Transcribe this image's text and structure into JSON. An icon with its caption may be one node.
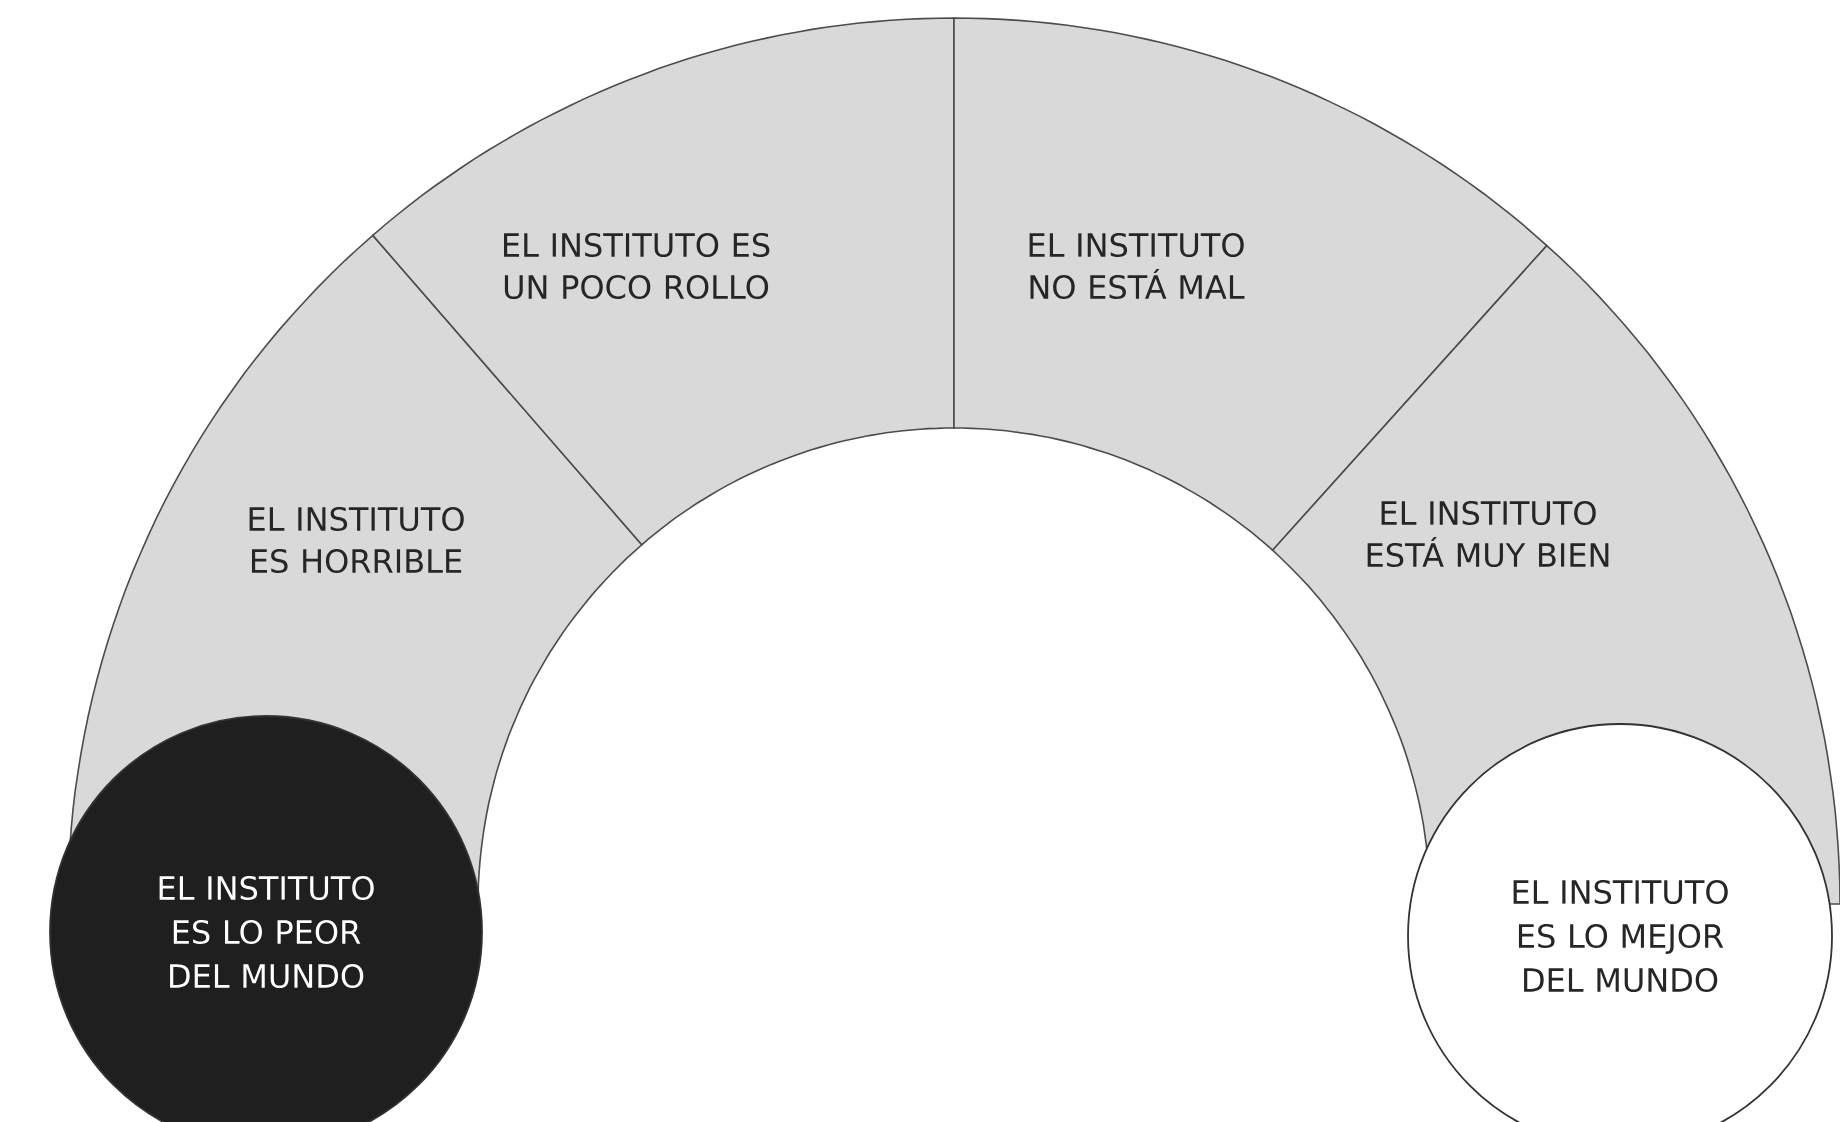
{
  "diagram": {
    "nodes": [
      {
        "text": [
          "EL INSTITUTO ES HORRIBLE"
        ]
      },
      {
        "text": [
          "EL INSTITUTO ES UN POCO ROLLO"
        ]
      },
      {
        "text": [
          "EL INSTITUTO NO ESTÁ MAL"
        ]
      },
      {
        "text": [
          "EL INSTITUTO ESTÁ MUY BIEN"
        ]
      },
      {
        "text": [
          "EL INSTITUTO ES LO PEOR DEL MUNDO"
        ]
      },
      {
        "text": [
          "EL INSTITUTO ES LO MEJOR DEL MUNDO"
        ]
      }
    ]
  }
}
